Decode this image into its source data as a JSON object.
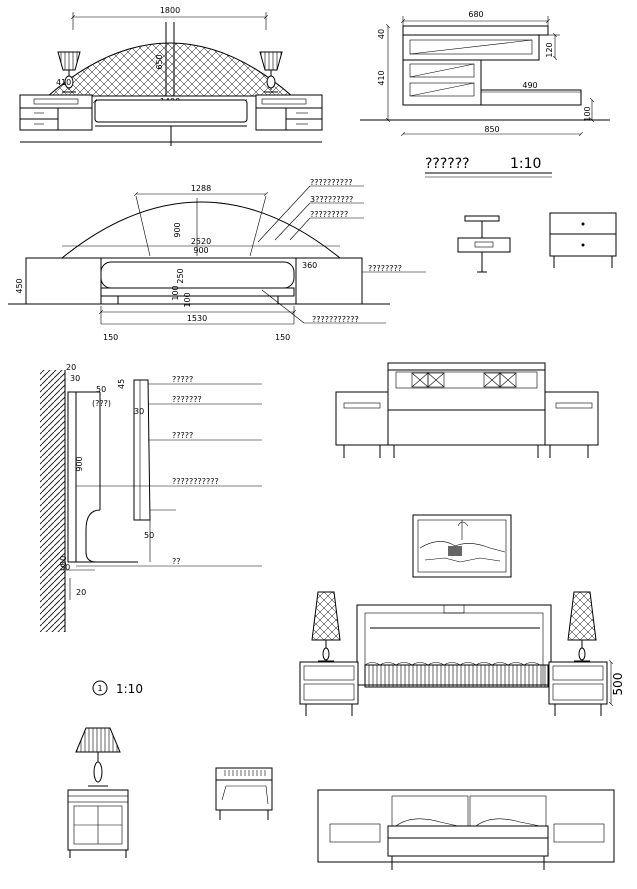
{
  "colors": {
    "line": "#000000",
    "paper": "#ffffff"
  },
  "headboard_elevation": {
    "dim_total_width": "1800",
    "dim_height": "650",
    "dim_lamp_offset": "410",
    "dim_inner_width": "1400"
  },
  "nightstand_section": {
    "dim_top_width": "680",
    "dim_top_thickness": "40",
    "dim_drawer_height": "120",
    "dim_height": "410",
    "dim_shelf_width": "490",
    "dim_leg": "100",
    "dim_depth": "850"
  },
  "scale_title": {
    "text": "??????",
    "scale": "1:10"
  },
  "bed_section": {
    "dim_arc_width": "1288",
    "dim_arc_height": "900",
    "dim_base_width": "2520",
    "dim_inner": "900",
    "dim_mattress": "250",
    "dim_side": "360",
    "dim_side_height": "450",
    "dim_frame": "100",
    "dim_leg": "100",
    "dim_bottom_width": "1530",
    "dim_left_offset": "150",
    "dim_right_offset": "150",
    "callouts": [
      "??????????",
      "3?????????",
      "?????????",
      "????????",
      "???????????"
    ]
  },
  "wall_detail": {
    "dims": [
      "20",
      "30",
      "50",
      "45",
      "30",
      "900",
      "30",
      "50",
      "50",
      "20"
    ],
    "marker": "(???)",
    "callouts": [
      "?????",
      "???????",
      "?????",
      "???????????",
      "??"
    ]
  },
  "detail_scale": {
    "symbol": "1",
    "scale": "1:10"
  },
  "bed_front": {
    "dim_nightstand_height": "500"
  }
}
